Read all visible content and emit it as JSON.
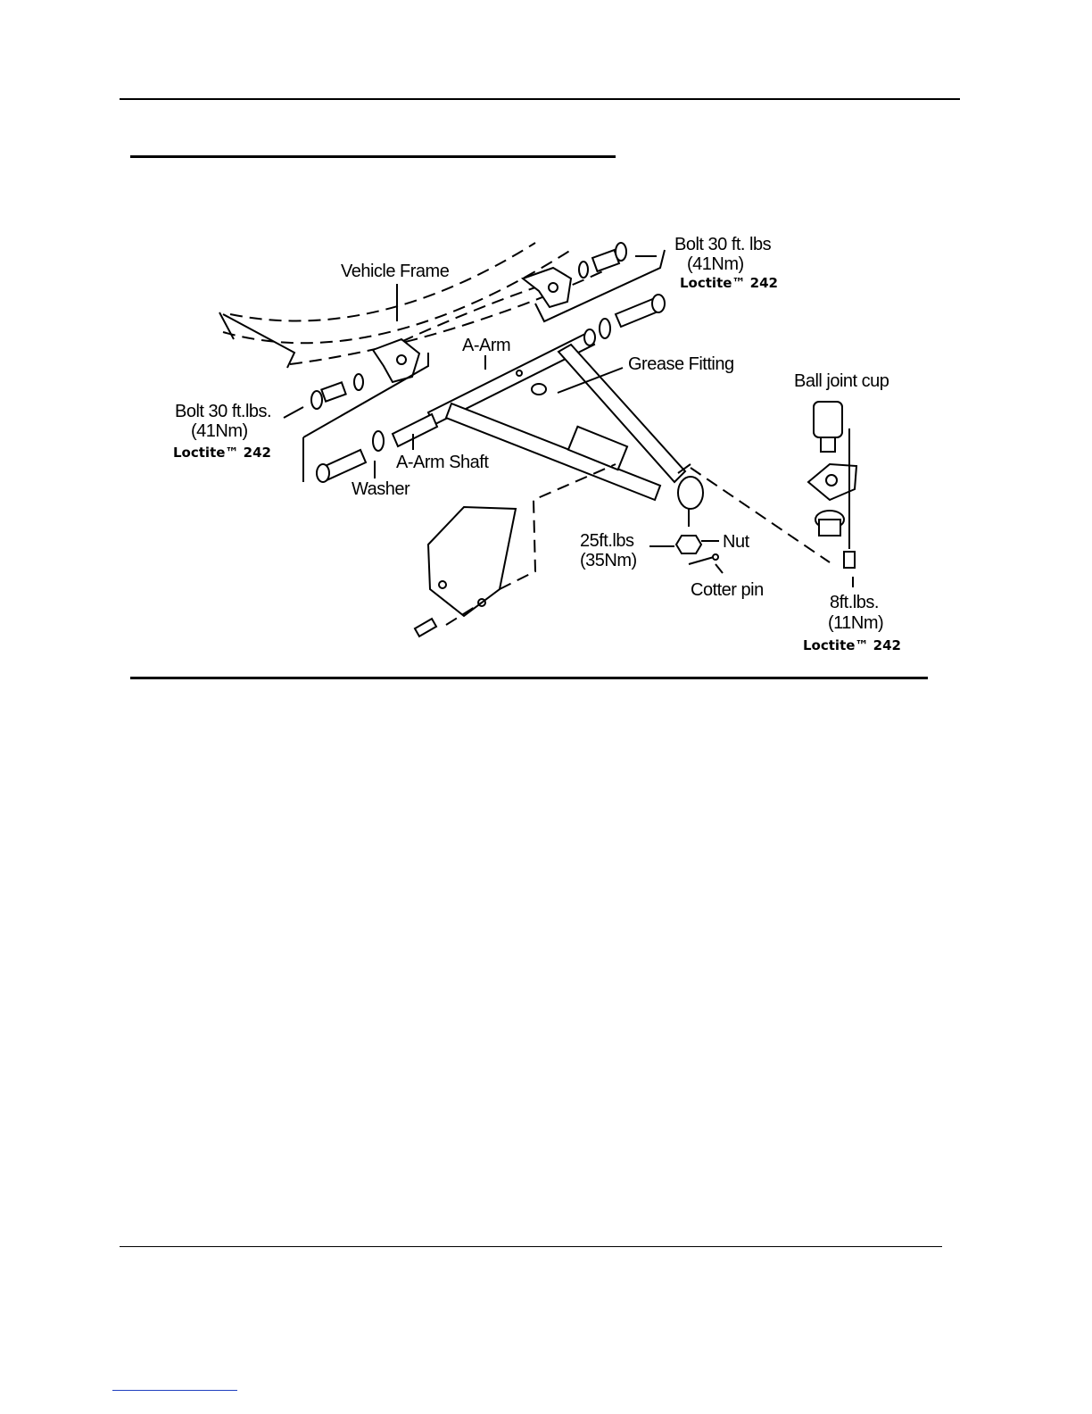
{
  "figure": {
    "labels": {
      "vehicle_frame": "Vehicle Frame",
      "bolt_top_line1": "Bolt 30 ft. lbs",
      "bolt_top_line2": "(41Nm)",
      "bolt_top_loctite": "Loctite™ 242",
      "a_arm": "A-Arm",
      "grease_fitting": "Grease Fitting",
      "ball_joint_cup": "Ball joint cup",
      "bolt_left_line1": "Bolt 30 ft.lbs.",
      "bolt_left_line2": "(41Nm)",
      "bolt_left_loctite": "Loctite™ 242",
      "a_arm_shaft": "A-Arm Shaft",
      "washer": "Washer",
      "nut_torque_line1": "25ft.lbs",
      "nut_torque_line2": "(35Nm)",
      "nut": "Nut",
      "cotter_pin": "Cotter pin",
      "ball_bolt_line1": "8ft.lbs.",
      "ball_bolt_line2": "(11Nm)",
      "ball_bolt_loctite": "Loctite™ 242"
    }
  },
  "colors": {
    "rule": "#000000",
    "footer_link": "#1f3fbf"
  }
}
